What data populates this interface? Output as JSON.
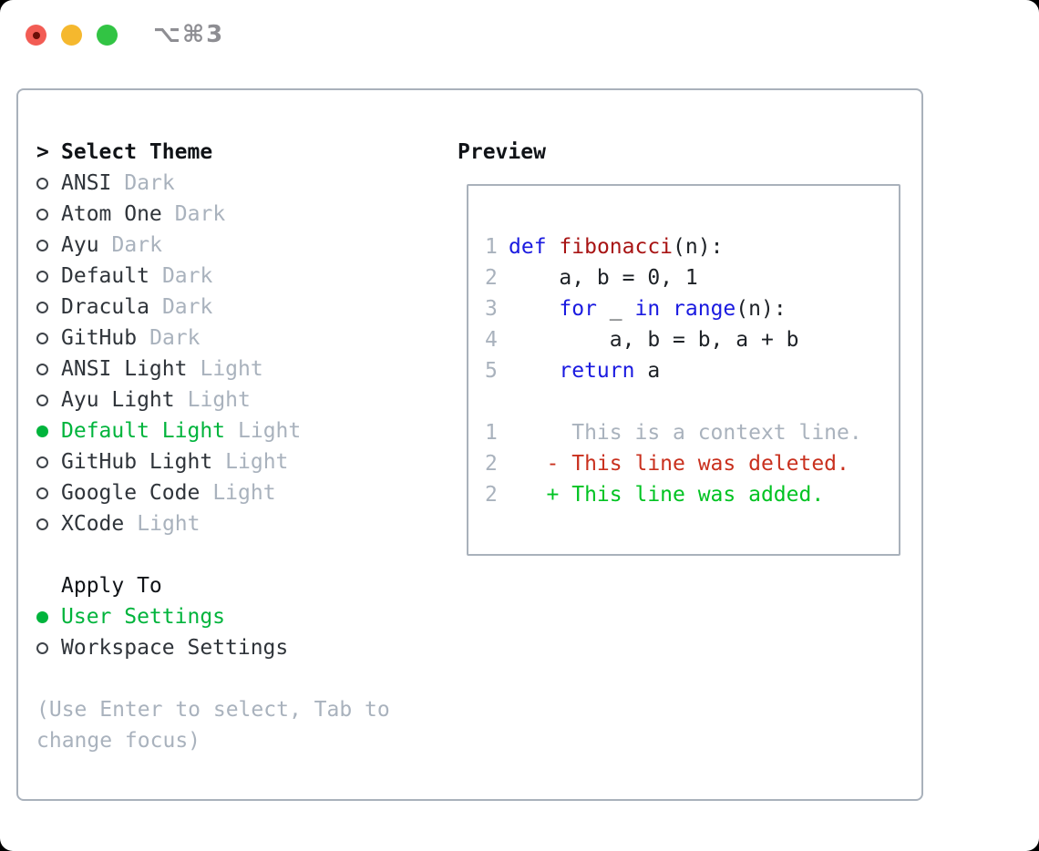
{
  "window": {
    "title": "⌥⌘3"
  },
  "traffic_lights": {
    "close": "#f25c54",
    "close_unsaved_dot": "#6b0f08",
    "minimize": "#f5b82e",
    "zoom": "#32c444"
  },
  "theme_selector": {
    "header_prefix": ">",
    "header": "Select Theme",
    "options": [
      {
        "name": "ANSI",
        "variant": "Dark",
        "selected": false
      },
      {
        "name": "Atom One",
        "variant": "Dark",
        "selected": false
      },
      {
        "name": "Ayu",
        "variant": "Dark",
        "selected": false
      },
      {
        "name": "Default",
        "variant": "Dark",
        "selected": false
      },
      {
        "name": "Dracula",
        "variant": "Dark",
        "selected": false
      },
      {
        "name": "GitHub",
        "variant": "Dark",
        "selected": false
      },
      {
        "name": "ANSI Light",
        "variant": "Light",
        "selected": false
      },
      {
        "name": "Ayu Light",
        "variant": "Light",
        "selected": false
      },
      {
        "name": "Default Light",
        "variant": "Light",
        "selected": true
      },
      {
        "name": "GitHub Light",
        "variant": "Light",
        "selected": false
      },
      {
        "name": "Google Code",
        "variant": "Light",
        "selected": false
      },
      {
        "name": "XCode",
        "variant": "Light",
        "selected": false
      }
    ]
  },
  "apply_to": {
    "header": "Apply To",
    "options": [
      {
        "label": "User Settings",
        "selected": true
      },
      {
        "label": "Workspace Settings",
        "selected": false
      }
    ]
  },
  "hint": "(Use Enter to select, Tab to change focus)",
  "preview": {
    "header": "Preview",
    "lines": [
      {
        "num": "1",
        "tokens": [
          {
            "text": "def",
            "type": "kw"
          },
          {
            "text": " ",
            "type": "pl"
          },
          {
            "text": "fibonacci",
            "type": "fn"
          },
          {
            "text": "(n):",
            "type": "pl"
          }
        ]
      },
      {
        "num": "2",
        "tokens": [
          {
            "text": "    a, b = 0, 1",
            "type": "pl"
          }
        ]
      },
      {
        "num": "3",
        "tokens": [
          {
            "text": "    ",
            "type": "pl"
          },
          {
            "text": "for",
            "type": "kw"
          },
          {
            "text": " _ ",
            "type": "pl"
          },
          {
            "text": "in",
            "type": "kw"
          },
          {
            "text": " ",
            "type": "pl"
          },
          {
            "text": "range",
            "type": "kw"
          },
          {
            "text": "(n):",
            "type": "pl"
          }
        ]
      },
      {
        "num": "4",
        "tokens": [
          {
            "text": "        a, b = b, a + b",
            "type": "pl"
          }
        ]
      },
      {
        "num": "5",
        "tokens": [
          {
            "text": "    ",
            "type": "pl"
          },
          {
            "text": "return",
            "type": "kw"
          },
          {
            "text": " a",
            "type": "pl"
          }
        ]
      },
      {
        "num": "",
        "tokens": []
      },
      {
        "num": "1",
        "tokens": [
          {
            "text": "     This is a context line.",
            "type": "ctx"
          }
        ]
      },
      {
        "num": "2",
        "tokens": [
          {
            "text": "   - This line was deleted.",
            "type": "del"
          }
        ]
      },
      {
        "num": "2",
        "tokens": [
          {
            "text": "   + This line was added.",
            "type": "add"
          }
        ]
      }
    ]
  },
  "colors": {
    "accent_green": "#00b43c",
    "muted_gray": "#a9b2bd",
    "text_dark": "#2f343a",
    "border_gray": "#a9b1bb",
    "keyword_blue": "#1a1ae0",
    "function_red": "#a81414",
    "diff_deleted_red": "#c9301e",
    "diff_added_green": "#00c322",
    "title_gray": "#8e8e93"
  }
}
